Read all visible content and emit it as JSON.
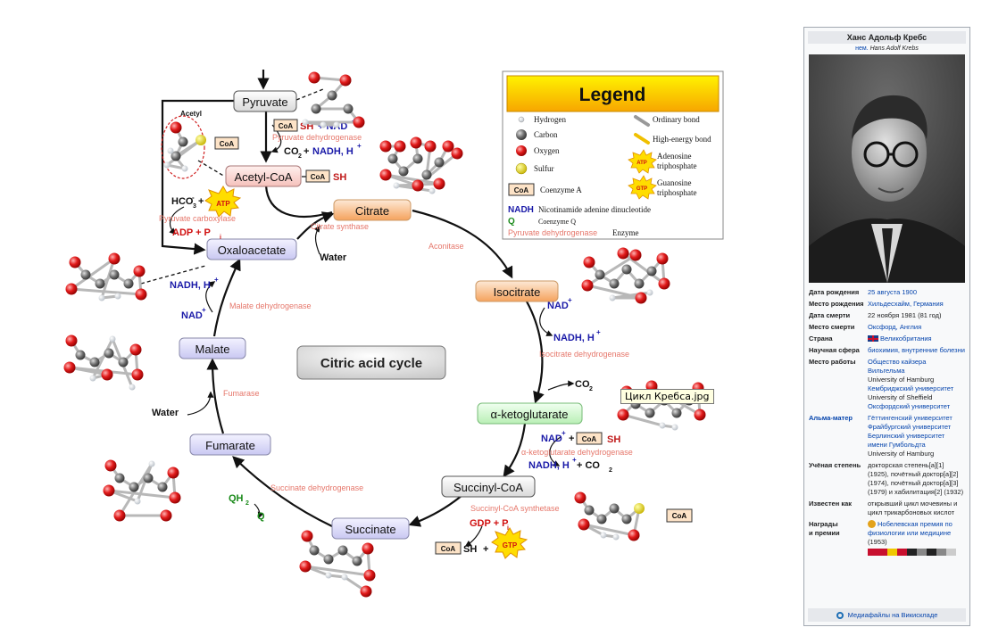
{
  "diagram": {
    "center_label": "Citric acid cycle",
    "metabolites": {
      "pyruvate": "Pyruvate",
      "acetyl_coa": "Acetyl-CoA",
      "citrate": "Citrate",
      "isocitrate": "Isocitrate",
      "akg": "α-ketoglutarate",
      "succinyl_coa": "Succinyl-CoA",
      "succinate": "Succinate",
      "fumarate": "Fumarate",
      "malate": "Malate",
      "oxaloacetate": "Oxaloacetate"
    },
    "enzymes": {
      "pdh": "Pyruvate dehydrogenase",
      "pc": "Pyruvate carboxylase",
      "cs": "Citrate synthase",
      "aconitase": "Aconitase",
      "idh": "Isocitrate dehydrogenase",
      "akgdh": "α-ketoglutarate dehydrogenase",
      "scs": "Succinyl-CoA synthetase",
      "sdh": "Succinate dehydrogenase",
      "fumarase": "Fumarase",
      "mdh": "Malate dehydrogenase"
    },
    "cofactors": {
      "acetyl": "Acetyl",
      "coa": "CoA",
      "sh": "SH",
      "plus_nad": "+ NAD",
      "nad": "NAD",
      "co2_nadh": "CO",
      "nadh_h": "NADH, H",
      "hco3": "HCO",
      "atp": "ATP",
      "adp_pi": "ADP + P",
      "water": "Water",
      "co2": "CO",
      "gdp_pi": "GDP + P",
      "gtp": "GTP",
      "qh2": "QH",
      "q": "Q",
      "plus": "+",
      "plus_co2": "+ CO",
      "sub2": "2",
      "sub3": "3",
      "subi": "i",
      "supplus": "+",
      "supminus": "-",
      "nadh_h_co2_prefix": "NADH, H",
      "co2_nadh_text": ", NADH, H"
    },
    "legend": {
      "title": "Legend",
      "hydrogen": "Hydrogen",
      "carbon": "Carbon",
      "oxygen": "Oxygen",
      "sulfur": "Sulfur",
      "ordinary_bond": "Ordinary bond",
      "high_energy_bond": "High-energy bond",
      "atp_line1": "Adenosine",
      "atp_line2": "triphosphate",
      "gtp_line1": "Guanosine",
      "gtp_line2": "triphosphate",
      "coa_label": "CoA",
      "coenzyme_a": "Coenzyme A",
      "nadh": "NADH",
      "nadh_desc": "Nicotinamide adenine dinucleotide",
      "q": "Q",
      "coenzyme_q": "Coenzyme Q",
      "enzyme_example": "Pyruvate dehydrogenase",
      "enzyme": "Enzyme"
    },
    "tooltip": "Цикл Кребса.jpg"
  },
  "infobox": {
    "title": "Ханс Адольф Кребс",
    "subtitle_lang": "нем.",
    "subtitle_name": "Hans Adolf Krebs",
    "rows": [
      {
        "key": "Дата рождения",
        "value": "25 августа 1900"
      },
      {
        "key": "Место рождения",
        "value": "Хильдесхайм, Германия"
      },
      {
        "key": "Дата смерти",
        "value": "22 ноября 1981 (81 год)"
      },
      {
        "key": "Место смерти",
        "value": "Оксфорд, Англия"
      },
      {
        "key": "Страна",
        "value": "Великобритания"
      },
      {
        "key": "Научная сфера",
        "value": "биохимия, внутренние болезни"
      }
    ],
    "work_key": "Место работы",
    "work": [
      {
        "text": "Общество кайзера",
        "link": true
      },
      {
        "text": "Вильгельма",
        "link": true
      },
      {
        "text": "University of Hamburg",
        "link": false
      },
      {
        "text": "Кембриджский университет",
        "link": true
      },
      {
        "text": "University of Sheffield",
        "link": false
      },
      {
        "text": "Оксфордский университет",
        "link": true
      }
    ],
    "alma_key": "Альма-матер",
    "alma": [
      {
        "text": "Гёттингенский университет",
        "link": true
      },
      {
        "text": "Фрайбургский университет",
        "link": true
      },
      {
        "text": "Берлинский университет",
        "link": true
      },
      {
        "text": "имени Гумбольдта",
        "link": true
      },
      {
        "text": "University of Hamburg",
        "link": false
      }
    ],
    "degree_key": "Учёная степень",
    "degree_lines": [
      "докторская степень[⁠a][1]",
      "(1925), почётный доктор[a][2]",
      "(1974), почётный доктор[a][3]",
      "(1979) и хабилитация[2] (1932)"
    ],
    "known_key": "Известен как",
    "known_lines": [
      "открывший цикл мочевины и",
      "цикл трикарбоновых кислот"
    ],
    "awards_key_1": "Награды",
    "awards_key_2": "и премии",
    "awards_lines": [
      "Нобелевская премия по",
      "физиологии или медицине",
      "(1953)"
    ],
    "footer": "Медиафайлы на Викискладе",
    "ribbon_colors": [
      "#c8102e",
      "#c8102e",
      "#f0c800",
      "#c8102e",
      "#222222",
      "#888888",
      "#222222",
      "#888888",
      "#cccccc"
    ]
  }
}
